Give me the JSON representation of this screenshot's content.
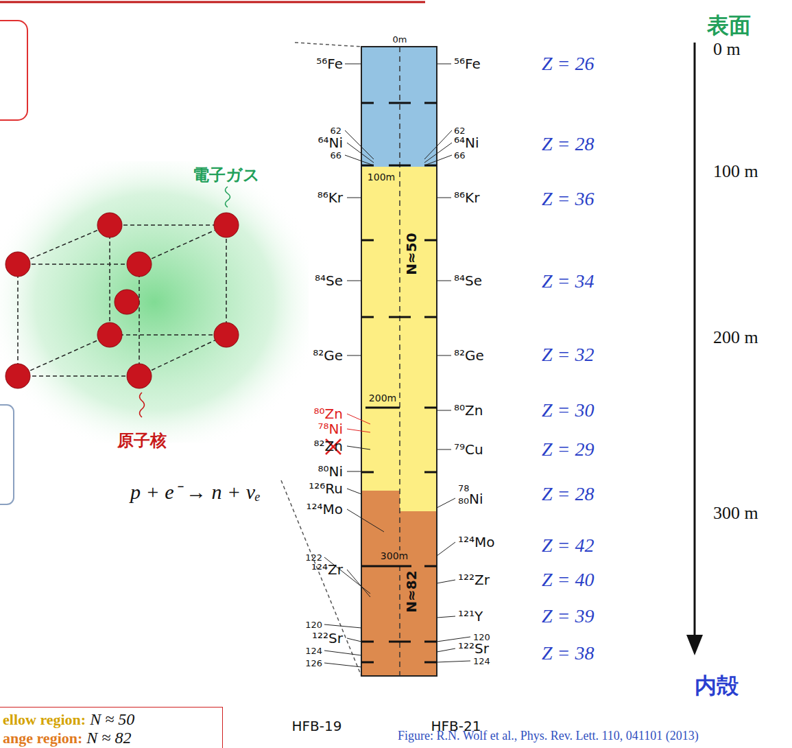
{
  "diagram": {
    "nodes": [
      {
        "text": [
          "ellow region:",
          "N ≈ 50",
          "ange region:",
          "N ≈ 82"
        ]
      }
    ],
    "labels": [
      "⁵⁶Fe",
      "62",
      "⁶⁴Ni",
      "66",
      "⁸⁶Kr",
      "⁸⁴Se",
      "⁸²Ge",
      "⁸⁰Zn",
      "⁷⁸Ni",
      "⁸²Zn",
      "⁸⁰Ni",
      "¹²⁶Ru",
      "¹²⁴Mo",
      "122",
      "¹²⁴Zr",
      "120",
      "¹²²Sr",
      "124",
      "126",
      "⁵⁶Fe",
      "62",
      "⁶⁴Ni",
      "66",
      "⁸⁶Kr",
      "⁸⁴Se",
      "⁸²Ge",
      "⁸⁰Zn",
      "⁷⁹Cu",
      "78",
      "₈₀Ni",
      "¹²⁴Mo",
      "¹²²Zr",
      "¹²¹Y",
      "120",
      "¹²²Sr",
      "124",
      "Z = 26",
      "Z = 28",
      "Z = 36",
      "Z = 34",
      "Z = 32",
      "Z = 30",
      "Z = 29",
      "Z = 28",
      "Z = 42",
      "Z = 40",
      "Z = 39",
      "Z = 38",
      "0m",
      "100m",
      "200m",
      "300m",
      "N≈50",
      "N≈82",
      "HFB-19",
      "HFB-21",
      "表面",
      "0 m",
      "100 m",
      "200 m",
      "300 m",
      "内殻",
      "電子ガス",
      "原子核",
      "p + e⁻ → n + νₑ",
      "Figure: R.N. Wolf et al., Phys. Rev. Lett. 110, 041101 (2013)"
    ]
  }
}
